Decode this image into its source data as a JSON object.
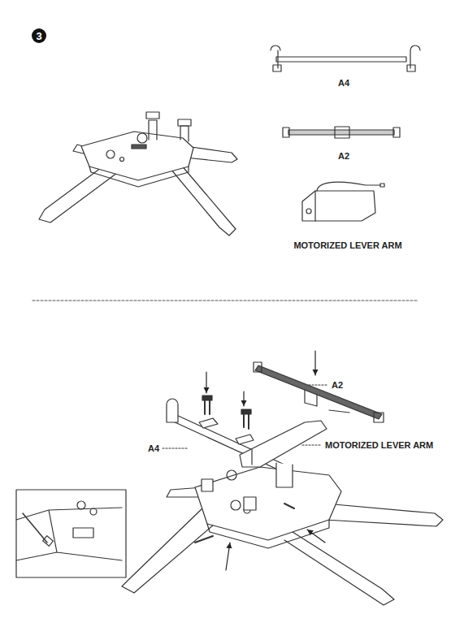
{
  "diagram": {
    "nodes": [
      {
        "text": [
          "3"
        ]
      }
    ],
    "labels": [
      "A4",
      "A2",
      "MOTORIZED LEVER ARM",
      "A2",
      "A4",
      "MOTORIZED LEVER ARM"
    ]
  }
}
